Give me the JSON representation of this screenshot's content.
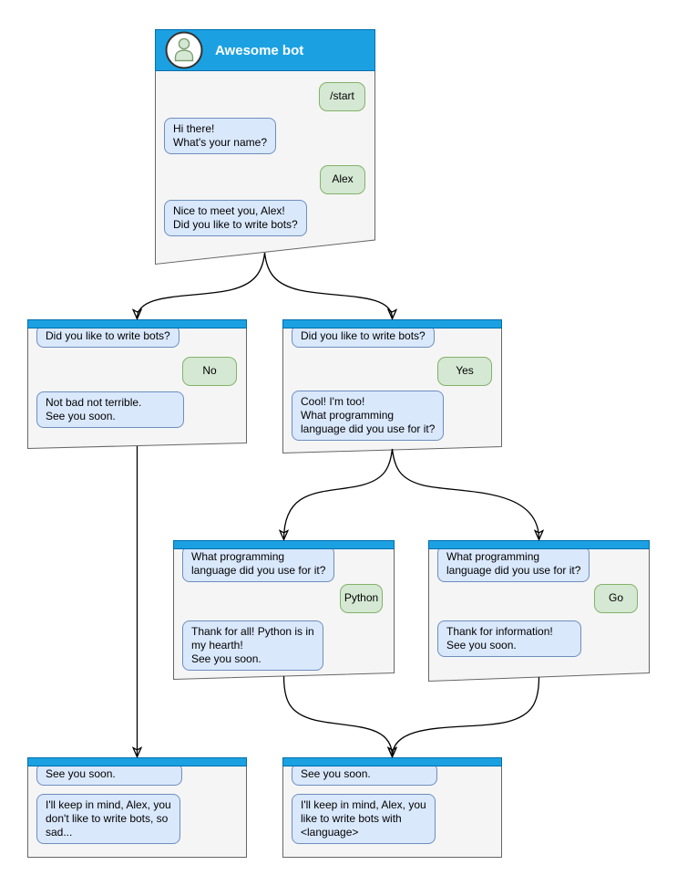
{
  "windows": [
    {
      "id": "start",
      "title": "Awesome bot",
      "messages": [
        {
          "sender": "user",
          "text": "/start"
        },
        {
          "sender": "bot",
          "text": "Hi there!\nWhat's your name?"
        },
        {
          "sender": "user",
          "text": "Alex"
        },
        {
          "sender": "bot",
          "text": "Nice to meet you, Alex!\nDid you like to write bots?"
        }
      ]
    },
    {
      "id": "branch-no",
      "messages": [
        {
          "sender": "bot",
          "text": "Did you like to write bots?"
        },
        {
          "sender": "user",
          "text": "No"
        },
        {
          "sender": "bot",
          "text": "Not bad not terrible.\nSee you soon."
        }
      ]
    },
    {
      "id": "branch-yes",
      "messages": [
        {
          "sender": "bot",
          "text": "Did you like to write bots?"
        },
        {
          "sender": "user",
          "text": "Yes"
        },
        {
          "sender": "bot",
          "text": "Cool! I'm too!\nWhat programming\nlanguage did you use for it?"
        }
      ]
    },
    {
      "id": "branch-python",
      "messages": [
        {
          "sender": "bot",
          "text": "What programming\nlanguage did you use for it?"
        },
        {
          "sender": "user",
          "text": "Python"
        },
        {
          "sender": "bot",
          "text": "Thank for all! Python is in\nmy hearth!\nSee you soon."
        }
      ]
    },
    {
      "id": "branch-go",
      "messages": [
        {
          "sender": "bot",
          "text": "What programming\nlanguage did you use for it?"
        },
        {
          "sender": "user",
          "text": "Go"
        },
        {
          "sender": "bot",
          "text": "Thank for information!\nSee you soon."
        }
      ]
    },
    {
      "id": "end-no",
      "messages": [
        {
          "sender": "bot",
          "text": "See you soon."
        },
        {
          "sender": "bot",
          "text": "I'll keep in mind, Alex, you\ndon't like to write bots, so\nsad..."
        }
      ]
    },
    {
      "id": "end-yes",
      "messages": [
        {
          "sender": "bot",
          "text": "See you soon."
        },
        {
          "sender": "bot",
          "text": "I'll keep in mind, Alex, you\nlike to write bots with\n<language>"
        }
      ]
    }
  ],
  "icons": {
    "avatar": "person-icon"
  },
  "colors": {
    "titlebar_fill": "#1ba1e2",
    "titlebar_stroke": "#006eaf",
    "window_fill": "#f5f5f5",
    "window_stroke": "#666666",
    "bot_bubble_fill": "#dae8fc",
    "bot_bubble_stroke": "#6c8ebf",
    "user_bubble_fill": "#d5e8d4",
    "user_bubble_stroke": "#82b366",
    "connector": "#000000",
    "title_text": "#ffffff"
  }
}
